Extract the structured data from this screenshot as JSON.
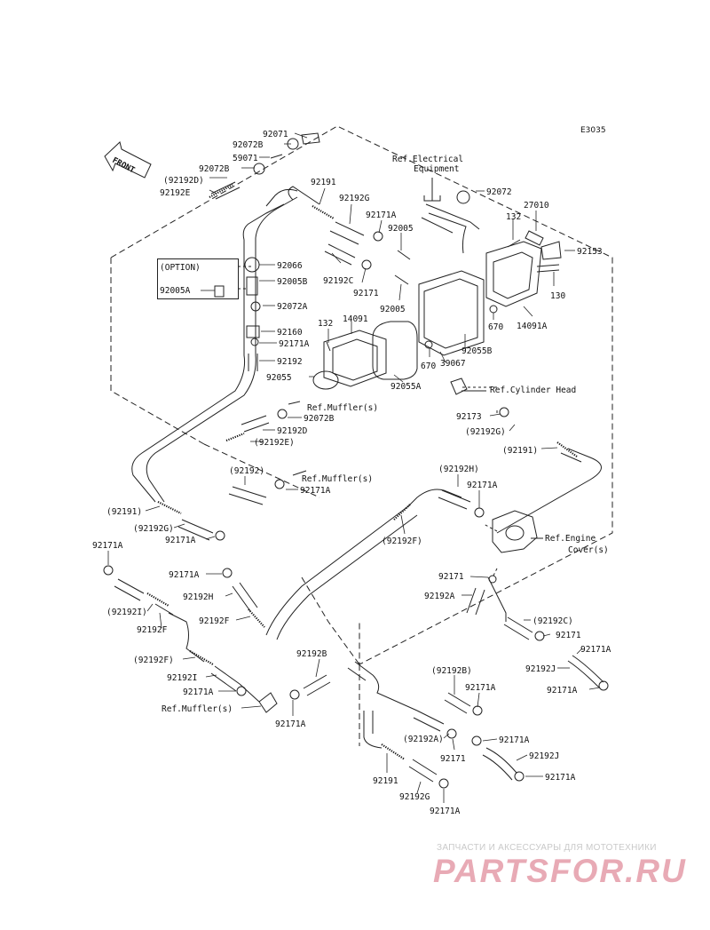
{
  "diagram_code": "E3035",
  "front_label": "FRONT",
  "option_label": "(OPTION)",
  "labels": [
    {
      "id": "l1",
      "text": "92071"
    },
    {
      "id": "l2",
      "text": "92072B"
    },
    {
      "id": "l3",
      "text": "59071"
    },
    {
      "id": "l4",
      "text": "92072B"
    },
    {
      "id": "l5",
      "text": "(92192D)"
    },
    {
      "id": "l6",
      "text": "92192E"
    },
    {
      "id": "l7",
      "text": "92191"
    },
    {
      "id": "l8",
      "text": "92192G"
    },
    {
      "id": "l9",
      "text": "92171A"
    },
    {
      "id": "l10",
      "text": "92072"
    },
    {
      "id": "l11",
      "text": "92005"
    },
    {
      "id": "l12",
      "text": "132"
    },
    {
      "id": "l13",
      "text": "27010"
    },
    {
      "id": "l14",
      "text": "92153"
    },
    {
      "id": "l15",
      "text": "92066"
    },
    {
      "id": "l16",
      "text": "92005B"
    },
    {
      "id": "l17",
      "text": "92192C"
    },
    {
      "id": "l18",
      "text": "92171"
    },
    {
      "id": "l19",
      "text": "92005"
    },
    {
      "id": "l20",
      "text": "130"
    },
    {
      "id": "l21",
      "text": "92005A"
    },
    {
      "id": "l22",
      "text": "92072A"
    },
    {
      "id": "l23",
      "text": "14091"
    },
    {
      "id": "l24",
      "text": "132"
    },
    {
      "id": "l25",
      "text": "670"
    },
    {
      "id": "l26",
      "text": "14091A"
    },
    {
      "id": "l27",
      "text": "92160"
    },
    {
      "id": "l28",
      "text": "92171A"
    },
    {
      "id": "l29",
      "text": "92192"
    },
    {
      "id": "l30",
      "text": "92055"
    },
    {
      "id": "l31",
      "text": "670"
    },
    {
      "id": "l32",
      "text": "92055B"
    },
    {
      "id": "l33",
      "text": "39067"
    },
    {
      "id": "l34",
      "text": "92055A"
    },
    {
      "id": "l35",
      "text": "92072B"
    },
    {
      "id": "l36",
      "text": "92192D"
    },
    {
      "id": "l37",
      "text": "(92192E)"
    },
    {
      "id": "l38",
      "text": "92173"
    },
    {
      "id": "l39",
      "text": "(92192G)"
    },
    {
      "id": "l40",
      "text": "(92191)"
    },
    {
      "id": "l41",
      "text": "(92192)"
    },
    {
      "id": "l42",
      "text": "92171A"
    },
    {
      "id": "l43",
      "text": "(92192H)"
    },
    {
      "id": "l44",
      "text": "92171A"
    },
    {
      "id": "l45",
      "text": "(92191)"
    },
    {
      "id": "l46",
      "text": "(92192G)"
    },
    {
      "id": "l47",
      "text": "92171A"
    },
    {
      "id": "l48",
      "text": "(92192F)"
    },
    {
      "id": "l49",
      "text": "92171A"
    },
    {
      "id": "l50",
      "text": "92171A"
    },
    {
      "id": "l51",
      "text": "92171"
    },
    {
      "id": "l52",
      "text": "92192H"
    },
    {
      "id": "l53",
      "text": "92192A"
    },
    {
      "id": "l54",
      "text": "(92192I)"
    },
    {
      "id": "l55",
      "text": "92192F"
    },
    {
      "id": "l56",
      "text": "92192F"
    },
    {
      "id": "l57",
      "text": "(92192C)"
    },
    {
      "id": "l58",
      "text": "92171"
    },
    {
      "id": "l59",
      "text": "92171A"
    },
    {
      "id": "l60",
      "text": "92192J"
    },
    {
      "id": "l61",
      "text": "92171A"
    },
    {
      "id": "l62",
      "text": "(92192F)"
    },
    {
      "id": "l63",
      "text": "92192B"
    },
    {
      "id": "l64",
      "text": "92192I"
    },
    {
      "id": "l65",
      "text": "92171A"
    },
    {
      "id": "l66",
      "text": "(92192B)"
    },
    {
      "id": "l67",
      "text": "92171A"
    },
    {
      "id": "l68",
      "text": "92171A"
    },
    {
      "id": "l69",
      "text": "(92192A)"
    },
    {
      "id": "l70",
      "text": "92171A"
    },
    {
      "id": "l71",
      "text": "92171"
    },
    {
      "id": "l72",
      "text": "92192J"
    },
    {
      "id": "l73",
      "text": "92191"
    },
    {
      "id": "l74",
      "text": "92171A"
    },
    {
      "id": "l75",
      "text": "92192G"
    },
    {
      "id": "l76",
      "text": "92171A"
    }
  ],
  "references": [
    {
      "id": "r1",
      "text": "Ref.Electrical"
    },
    {
      "id": "r2",
      "text": "Equipment"
    },
    {
      "id": "r3",
      "text": "Ref.Cylinder Head"
    },
    {
      "id": "r4",
      "text": "Ref.Muffler(s)"
    },
    {
      "id": "r5",
      "text": "Ref.Muffler(s)"
    },
    {
      "id": "r6",
      "text": "Ref.Engine"
    },
    {
      "id": "r7",
      "text": "Cover(s)"
    },
    {
      "id": "r8",
      "text": "Ref.Muffler(s)"
    }
  ],
  "watermark": {
    "tagline": "ЗАПЧАСТИ И АКСЕССУАРЫ ДЛЯ МОТОТЕХНИКИ",
    "logo": "PARTSFOR.RU"
  }
}
